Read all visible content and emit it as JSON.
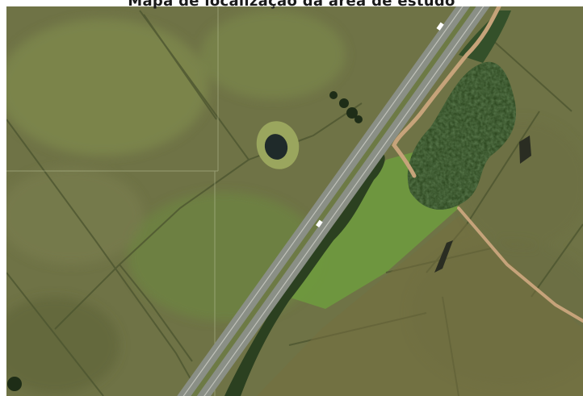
{
  "caption": "Mapa de localização da área de estudo",
  "colors": {
    "field": "#6f7346",
    "field_light": "#7d8a4c",
    "field_dark": "#5e6339",
    "grass_green": "#6e9a3e",
    "forest": "#2f4a22",
    "road": "#8a8f86",
    "dirt_road": "#c6a37a",
    "water": "#1f2a2a"
  },
  "map": {
    "features": [
      "farmland",
      "highway",
      "forest-patch",
      "pond",
      "dirt-road"
    ]
  }
}
